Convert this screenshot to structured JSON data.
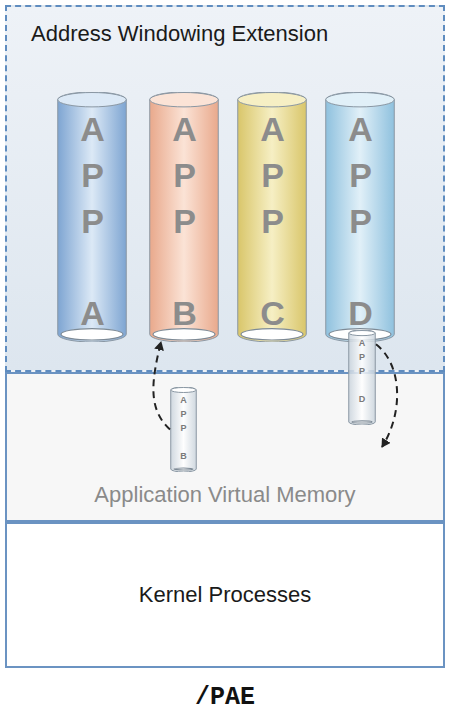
{
  "diagram": {
    "caption": "/PAE",
    "nodes": [
      {
        "text": [
          "Address Windowing Extension"
        ]
      },
      {
        "text": [
          "APP A"
        ],
        "in": 0
      },
      {
        "text": [
          "APP B"
        ],
        "in": 0
      },
      {
        "text": [
          "APP C"
        ],
        "in": 0
      },
      {
        "text": [
          "APP D"
        ],
        "in": 0
      },
      {
        "text": [
          "APP D"
        ]
      },
      {
        "text": [
          "Application Virtual Memory"
        ]
      },
      {
        "text": [
          "APP B"
        ],
        "in": 6
      },
      {
        "text": [
          "Kernel Processes"
        ]
      }
    ],
    "edges": [
      {
        "from": 7,
        "to": 2,
        "arrow": "to"
      },
      {
        "from": 5,
        "to": 6,
        "arrow": "to"
      }
    ]
  }
}
